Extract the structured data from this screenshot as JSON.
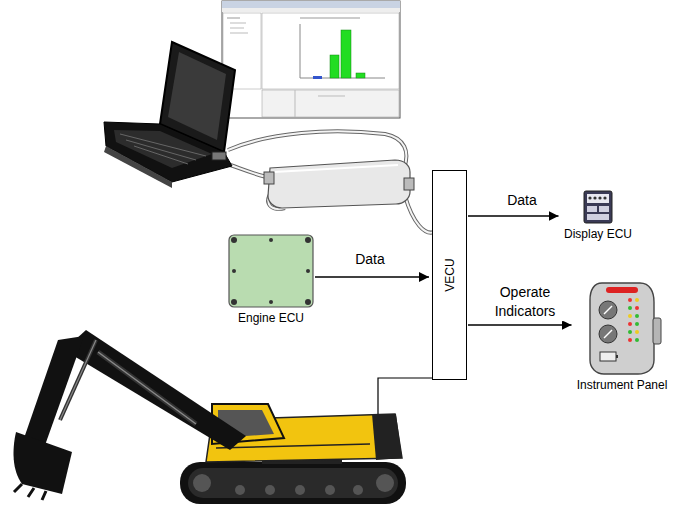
{
  "diagram": {
    "nodes": [
      {
        "text": [
          "VECU"
        ]
      },
      {
        "text": [
          "Display ECU"
        ]
      },
      {
        "text": [
          "Engine ECU"
        ]
      },
      {
        "text": [
          "Instrument Panel"
        ]
      }
    ],
    "edges": [
      {
        "from": 2,
        "to": 0,
        "arrow": "to",
        "label": "Data"
      },
      {
        "from": 0,
        "to": 1,
        "arrow": "to",
        "label": "Data"
      },
      {
        "from": 0,
        "to": 3,
        "arrow": "to",
        "label": "Operate Indicators"
      }
    ]
  }
}
